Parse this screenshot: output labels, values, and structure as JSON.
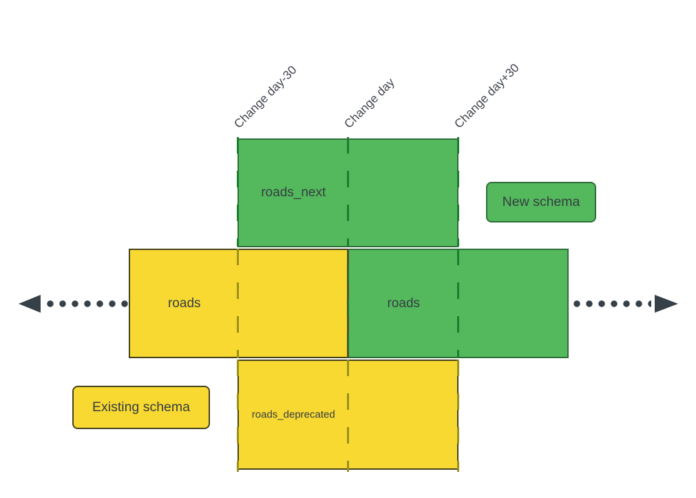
{
  "colors": {
    "green_fill": "#54b95c",
    "green_border": "#2e6d3a",
    "green_dash": "#1e7c32",
    "yellow_fill": "#f8d931",
    "yellow_border": "#45421d",
    "yellow_dash": "#99901f",
    "mixed_dash": "#4b5429",
    "arrow": "#364049",
    "text": "#353d42",
    "label_text": "#41464e"
  },
  "timeline": [
    "Change day-30",
    "Change day",
    "Change day+30"
  ],
  "boxes": {
    "roads_next": "roads_next",
    "roads_existing": "roads",
    "roads_new": "roads",
    "roads_deprecated": "roads_deprecated"
  },
  "legend": {
    "new_schema": "New schema",
    "existing_schema": "Existing schema"
  },
  "icons": {
    "arrow_left": "dotted-arrow-left",
    "arrow_right": "dotted-arrow-right"
  }
}
